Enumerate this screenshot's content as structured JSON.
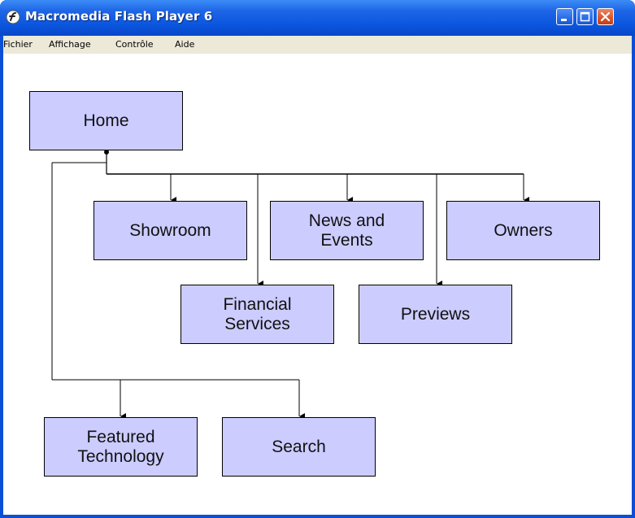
{
  "window": {
    "title": "Macromedia Flash Player 6",
    "icon": "flash-player-icon",
    "controls": [
      "minimize-icon",
      "maximize-icon",
      "close-icon"
    ]
  },
  "menubar": {
    "items": [
      {
        "label": "Fichier"
      },
      {
        "label": "Affichage"
      },
      {
        "label": "Contrôle"
      },
      {
        "label": "Aide"
      }
    ]
  },
  "sitemap": {
    "root": {
      "label": "Home"
    },
    "nodes": [
      {
        "label": "Showroom"
      },
      {
        "label": "News and\nEvents"
      },
      {
        "label": "Owners"
      },
      {
        "label": "Financial\nServices"
      },
      {
        "label": "Previews"
      },
      {
        "label": "Featured\nTechnology"
      },
      {
        "label": "Search"
      }
    ]
  },
  "colors": {
    "node_fill": "#ccccff",
    "titlebar": "#0a56de",
    "menubar": "#ece9d8"
  }
}
